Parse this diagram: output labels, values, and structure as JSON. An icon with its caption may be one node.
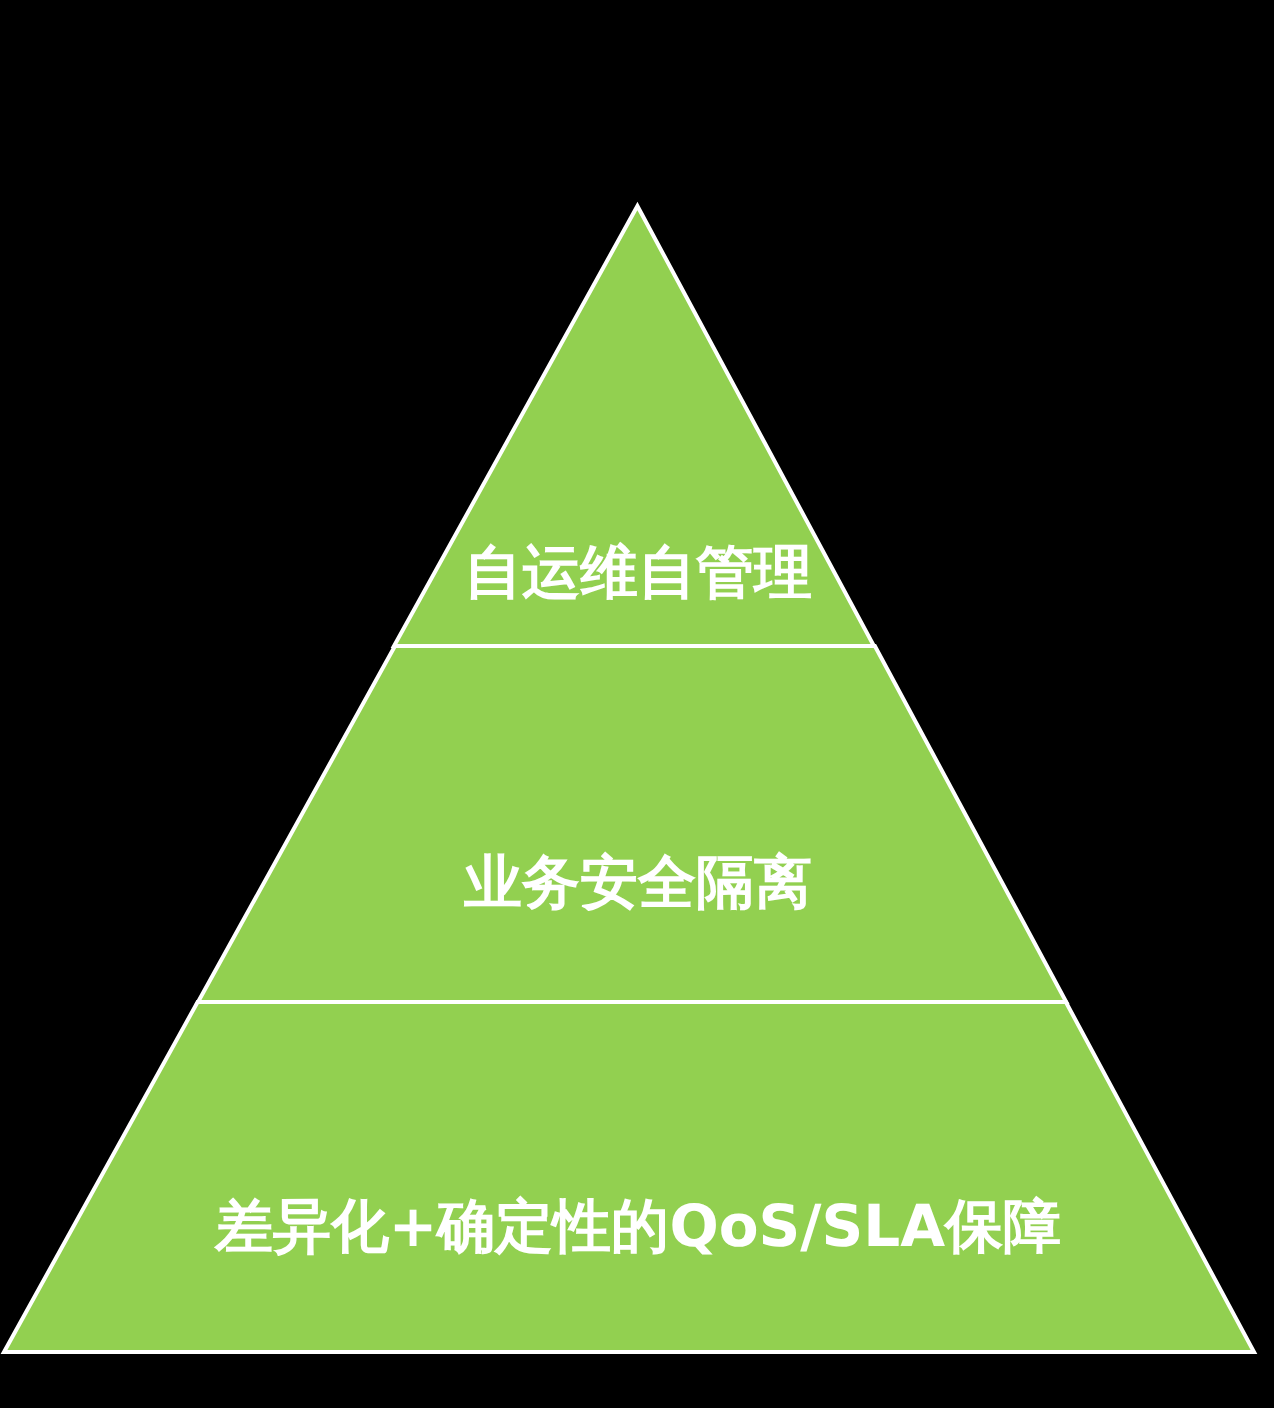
{
  "diagram": {
    "nodes": [
      {
        "text": [
          "自运维自管理"
        ]
      },
      {
        "text": [
          "业务安全隔离"
        ]
      },
      {
        "text": [
          "差异化+确定性的QoS/SLA保障"
        ]
      }
    ]
  }
}
